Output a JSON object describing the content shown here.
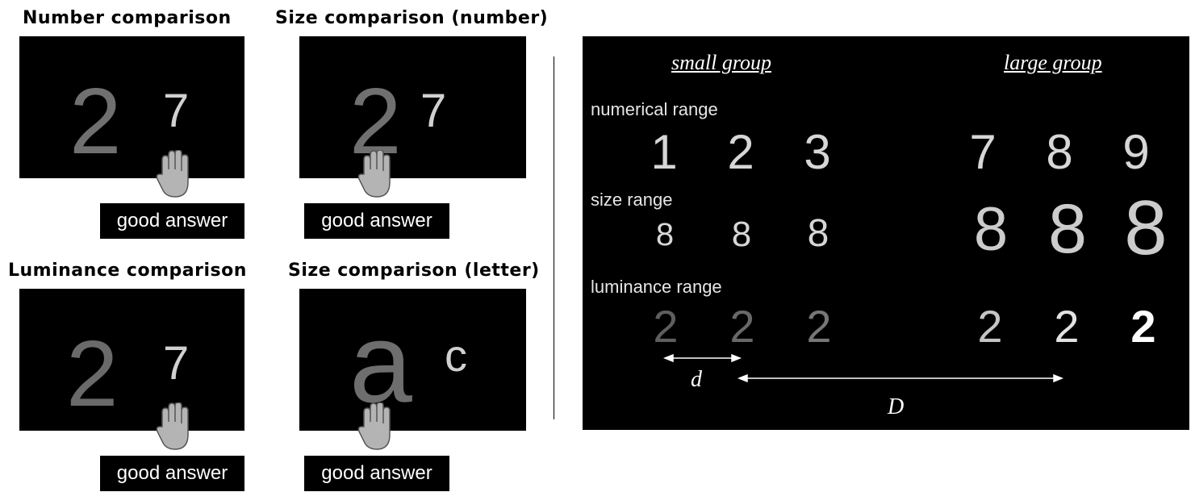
{
  "tasks": {
    "number": {
      "title": "Number comparison",
      "left": "2",
      "right": "7",
      "answer": "good answer"
    },
    "size_number": {
      "title": "Size comparison (number)",
      "left": "2",
      "right": "7",
      "answer": "good answer"
    },
    "luminance": {
      "title": "Luminance comparison",
      "left": "2",
      "right": "7",
      "answer": "good answer"
    },
    "size_letter": {
      "title": "Size comparison (letter)",
      "left": "a",
      "right": "c",
      "answer": "good answer"
    }
  },
  "panel": {
    "small_group": "small group",
    "large_group": "large group",
    "numerical_range": {
      "label": "numerical range",
      "small": [
        "1",
        "2",
        "3"
      ],
      "large": [
        "7",
        "8",
        "9"
      ]
    },
    "size_range": {
      "label": "size range",
      "small": [
        "8",
        "8",
        "8"
      ],
      "large": [
        "8",
        "8",
        "8"
      ]
    },
    "luminance_range": {
      "label": "luminance range",
      "small": [
        "2",
        "2",
        "2"
      ],
      "large": [
        "2",
        "2",
        "2"
      ]
    },
    "distance_small": "d",
    "distance_large": "D"
  },
  "colors": {
    "screen": "#000000",
    "digit_dark": "#6e6e6e",
    "digit_light": "#c8c8c8",
    "hand": "#b4b4b4"
  }
}
